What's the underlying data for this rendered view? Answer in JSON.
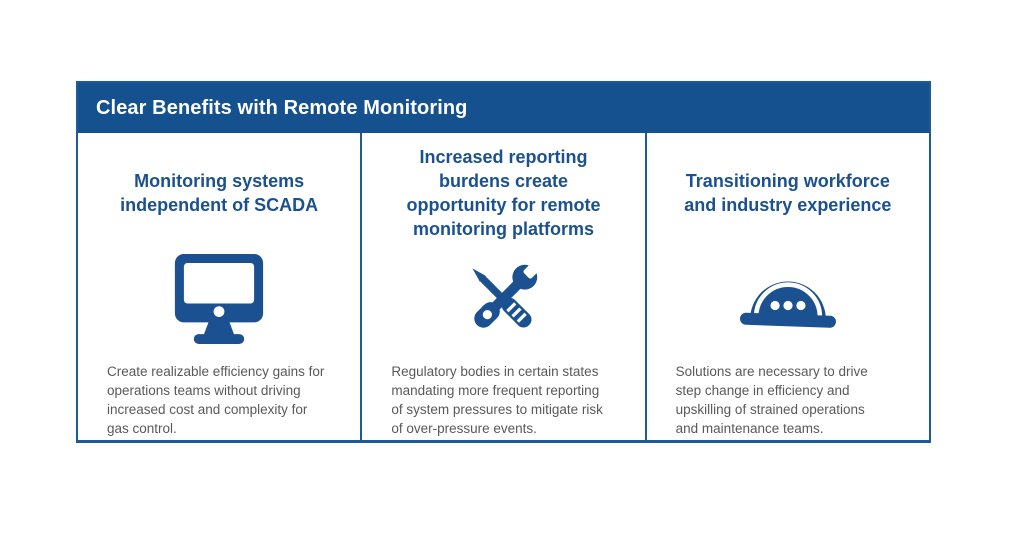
{
  "header": {
    "title": "Clear Benefits with Remote Monitoring"
  },
  "colors": {
    "page_bg": "#FFFFFF",
    "header_bg": "#15508F",
    "header_text": "#FFFFFF",
    "border": "#1E5A96",
    "title_text": "#1B5190",
    "icon_fill": "#1B5190",
    "body_text": "#58595B"
  },
  "columns": [
    {
      "title": "Monitoring systems\nindependent of SCADA",
      "icon": "desktop-monitor-icon",
      "body": "Create realizable efficiency gains for\noperations teams without driving\nincreased cost and complexity for\ngas control."
    },
    {
      "title": "Increased reporting\nburdens create\nopportunity for remote\nmonitoring platforms",
      "icon": "wrench-screwdriver-icon",
      "body": "Regulatory bodies in certain states\nmandating more frequent reporting\nof system pressures to mitigate risk\nof over-pressure events."
    },
    {
      "title": "Transitioning workforce\nand industry experience",
      "icon": "hard-hat-icon",
      "body": "Solutions are necessary to drive\nstep change in efficiency and\nupskilling of strained operations\nand maintenance teams."
    }
  ]
}
